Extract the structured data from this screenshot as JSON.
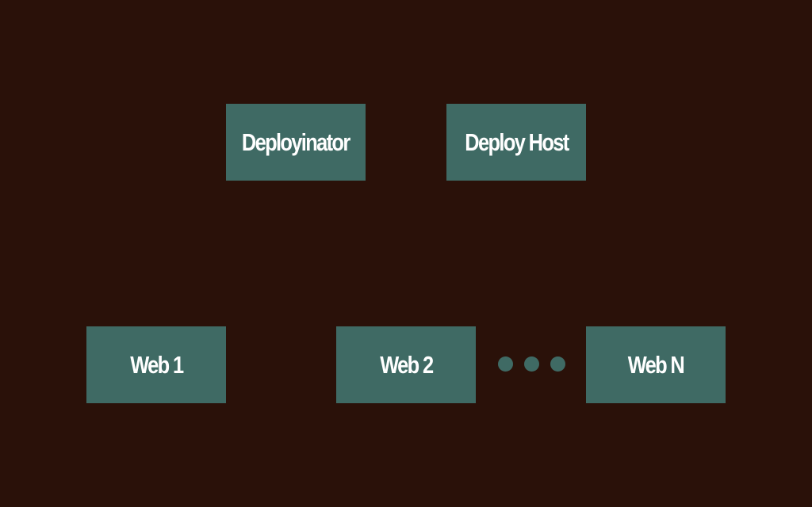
{
  "diagram": {
    "colors": {
      "background": "#2a1109",
      "node_fill": "#3f6a64",
      "node_text": "#ffffff"
    },
    "nodes": {
      "deployinator": {
        "label": "Deployinator"
      },
      "deploy_host": {
        "label": "Deploy Host"
      },
      "web1": {
        "label": "Web 1"
      },
      "web2": {
        "label": "Web 2"
      },
      "webn": {
        "label": "Web N"
      }
    },
    "ellipsis": {
      "icon": "ellipsis-dots-icon",
      "count": 3
    }
  }
}
